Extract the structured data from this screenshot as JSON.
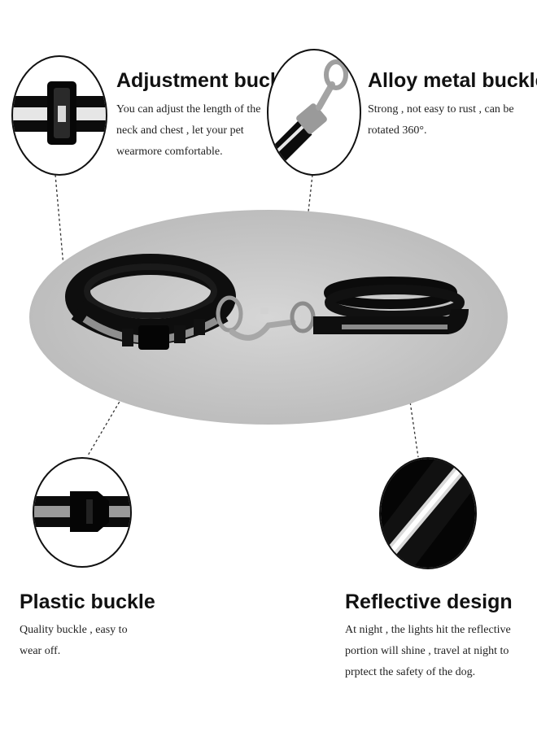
{
  "features": {
    "adjustment": {
      "title": "Adjustment buckle",
      "lines": [
        "You can adjust the length of the",
        "neck and chest , let your pet",
        "wearmore comfortable."
      ]
    },
    "alloy": {
      "title": "Alloy metal buckle",
      "lines": [
        "Strong , not easy to rust , can be",
        "rotated 360°."
      ]
    },
    "plastic": {
      "title": "Plastic buckle",
      "lines": [
        "Quality buckle , easy to",
        "wear off."
      ]
    },
    "reflective": {
      "title": "Reflective design",
      "lines": [
        "At night , the lights hit the reflective",
        "portion will shine , travel at night to",
        "prptect the safety of the dog."
      ]
    }
  },
  "colors": {
    "strap": "#111111",
    "reflective_strip": "#9a9a9a",
    "backdrop": "#c8c8c8",
    "metal": "#b9b9b9"
  },
  "icons": {
    "main_product": "collar-and-leash-photo",
    "detail_1": "adjustment-buckle-closeup",
    "detail_2": "metal-snap-hook-closeup",
    "detail_3": "plastic-buckle-closeup",
    "detail_4": "reflective-strip-closeup"
  }
}
